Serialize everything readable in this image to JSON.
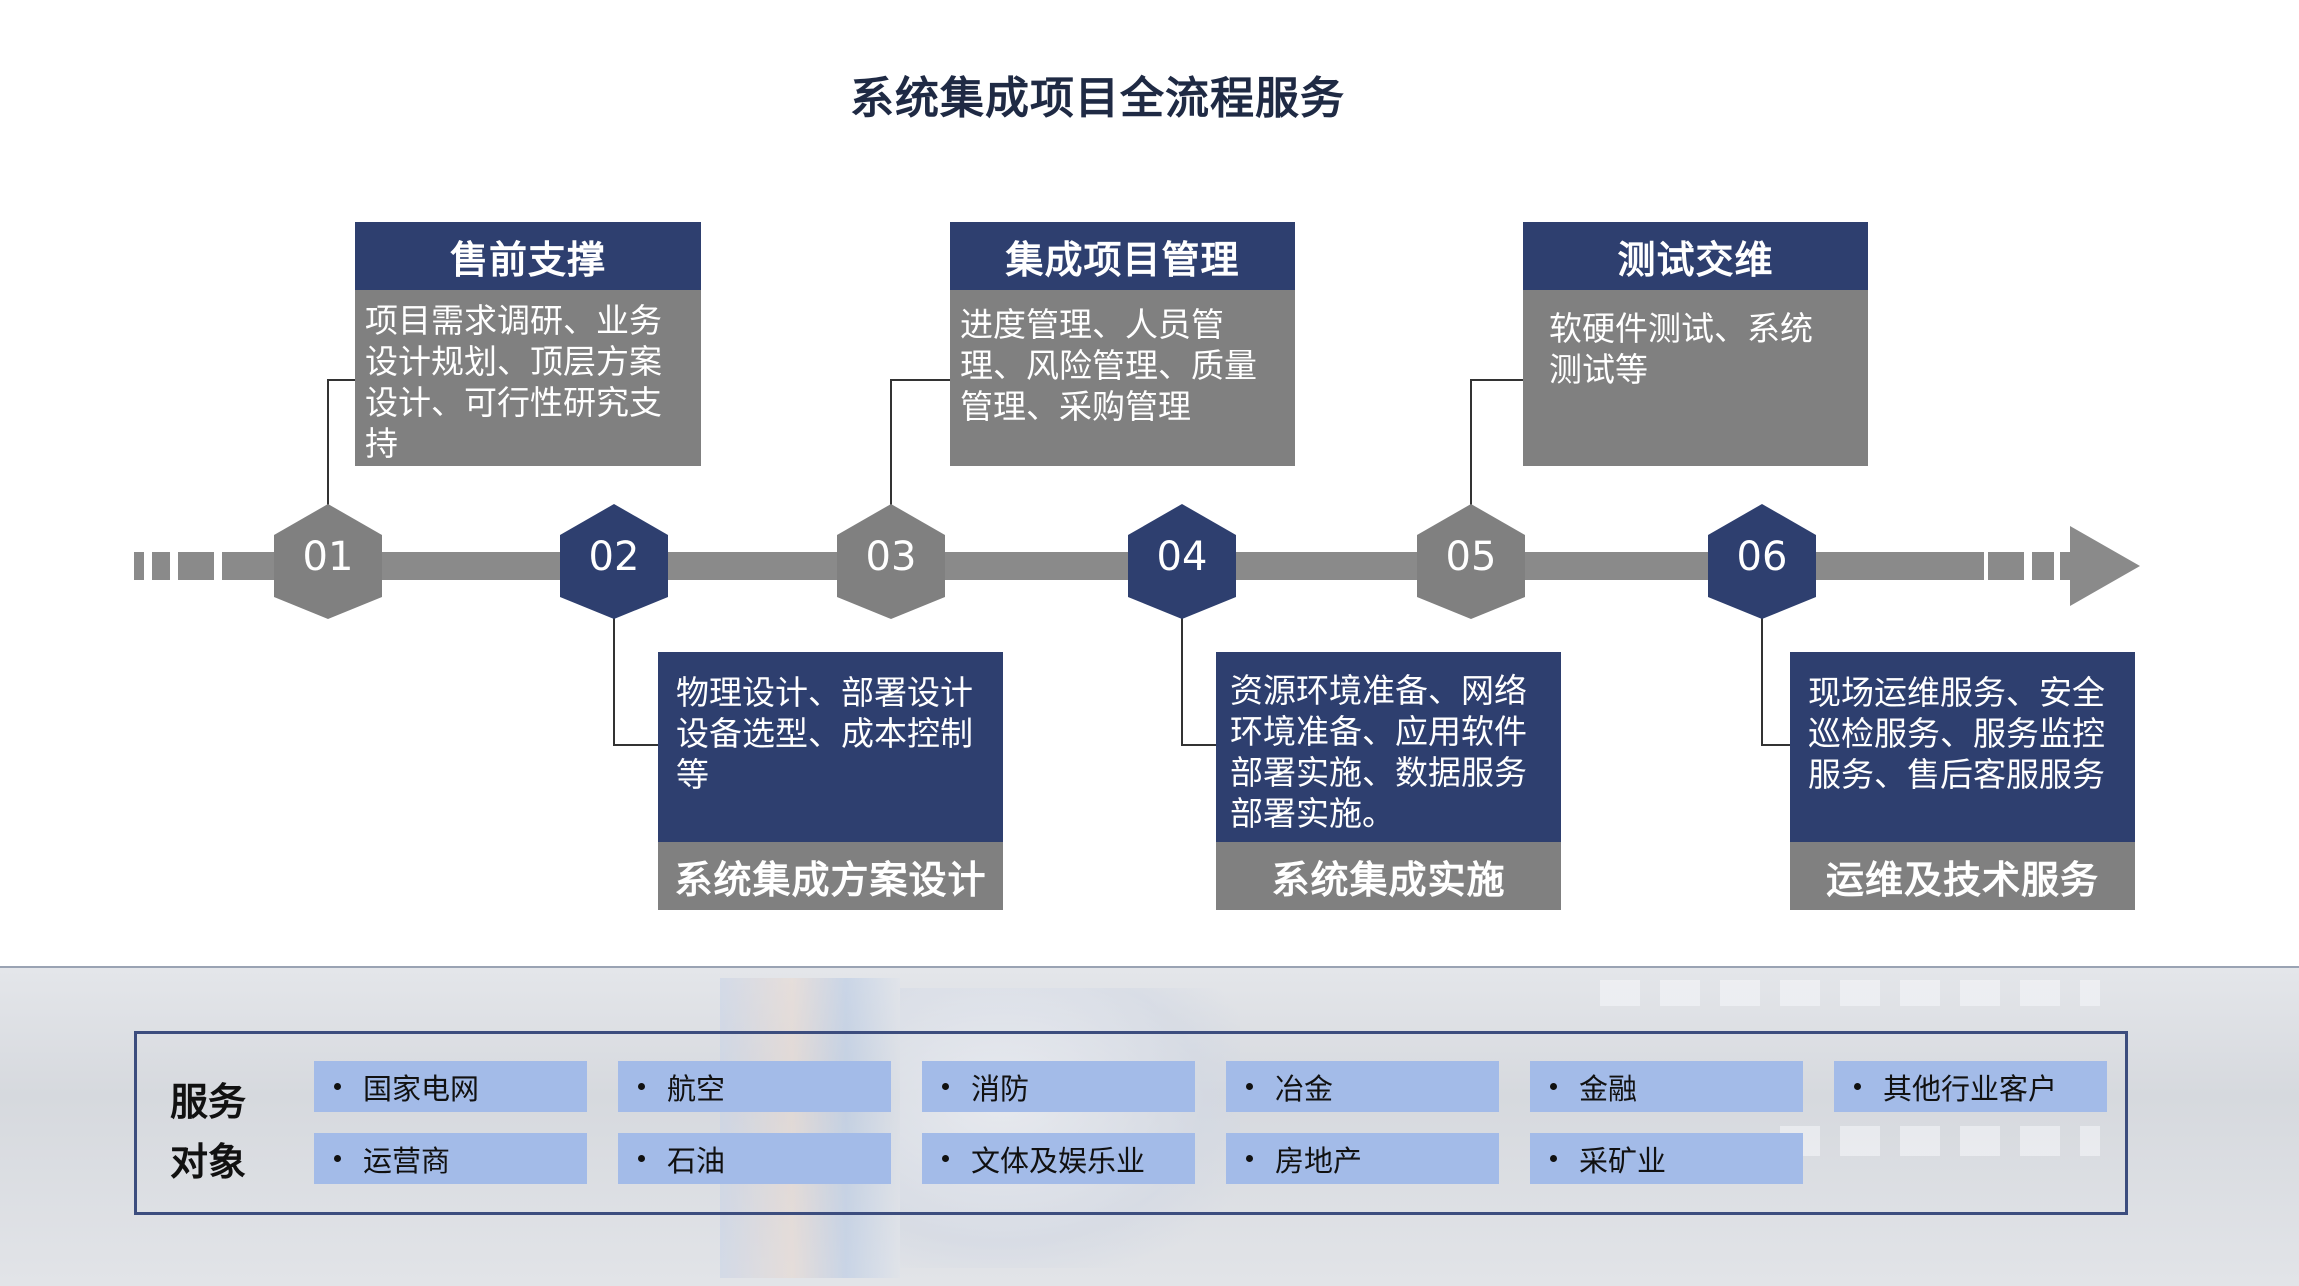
{
  "title": "系统集成项目全流程服务",
  "steps": [
    {
      "num": "01",
      "title": "售前支撑",
      "desc": "项目需求调研、业务设计规划、顶层方案设计、可行性研究支持"
    },
    {
      "num": "02",
      "title": "系统集成方案设计",
      "desc": "物理设计、部署设计设备选型、成本控制等"
    },
    {
      "num": "03",
      "title": "集成项目管理",
      "desc": "进度管理、人员管理、风险管理、质量管理、采购管理"
    },
    {
      "num": "04",
      "title": "系统集成实施",
      "desc": "资源环境准备、网络环境准备、应用软件部署实施、数据服务部署实施。"
    },
    {
      "num": "05",
      "title": "测试交维",
      "desc": "软硬件测试、系统测试等"
    },
    {
      "num": "06",
      "title": "运维及技术服务",
      "desc": "现场运维服务、安全巡检服务、服务监控服务、售后客服服务"
    }
  ],
  "services": {
    "heading_line1": "服务",
    "heading_line2": "对象",
    "items": [
      "国家电网",
      "航空",
      "消防",
      "冶金",
      "金融",
      "其他行业客户",
      "运营商",
      "石油",
      "文体及娱乐业",
      "房地产",
      "采矿业"
    ]
  },
  "colors": {
    "navy": "#2e3f6f",
    "gray": "#808080",
    "pill": "#a3bbe8",
    "track": "#8a8a8a"
  }
}
